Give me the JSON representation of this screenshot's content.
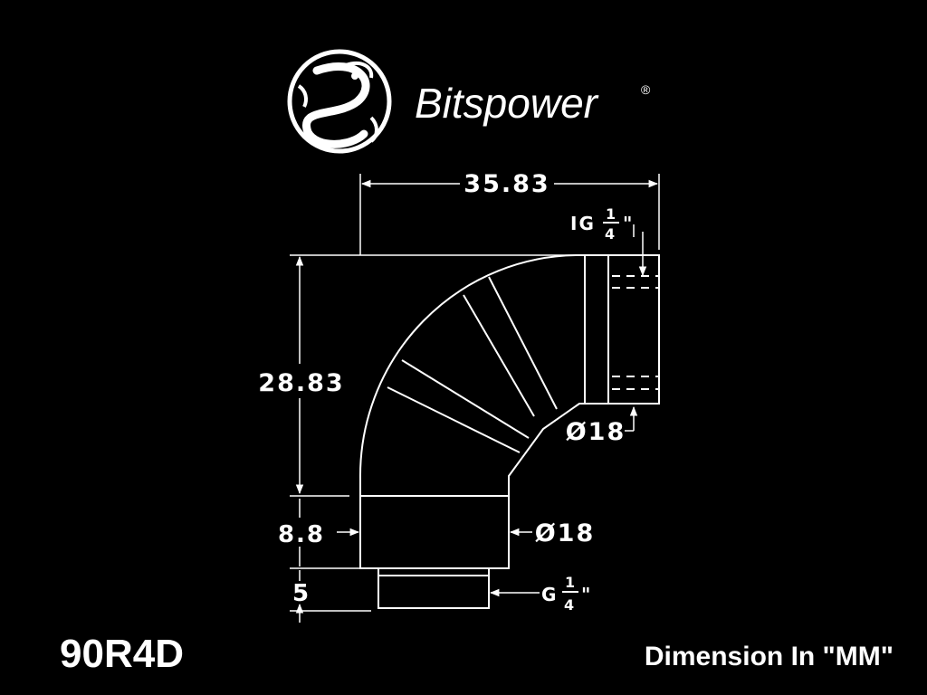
{
  "brand": {
    "name": "Bitspower",
    "registered_mark": "®",
    "logo_icon": "dragon-emblem-icon"
  },
  "model": "90R4D",
  "units_note": "Dimension In \"MM\"",
  "dimensions": {
    "overall_width": "35.83",
    "overall_height": "28.83",
    "collar_height": "8.8",
    "thread_length": "5",
    "side_port_diameter": "Ø18",
    "bottom_diameter": "Ø18",
    "side_thread": {
      "prefix": "IG",
      "numerator": "1",
      "denominator": "4",
      "suffix": "\""
    },
    "bottom_thread": {
      "prefix": "G",
      "numerator": "1",
      "denominator": "4",
      "suffix": "\""
    }
  },
  "colors": {
    "background": "#000000",
    "lines": "#ffffff"
  }
}
